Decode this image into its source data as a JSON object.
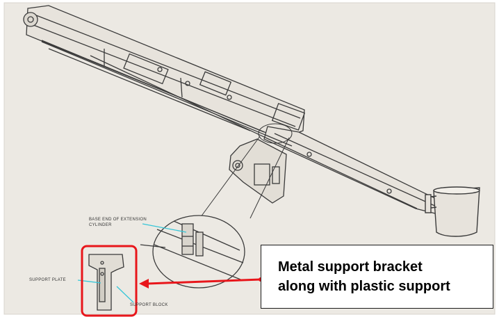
{
  "colors": {
    "background": "#ece9e3",
    "frame": "#ffffff",
    "line": "#3a3a3a",
    "leader": "#36c6d8",
    "highlight": "#e8161b",
    "text": "#000000"
  },
  "labels": {
    "base_end": [
      "BASE END OF EXTENSION",
      "CYLINDER"
    ],
    "support_plate": "SUPPORT PLATE",
    "support_block": "SUPPORT BLOCK"
  },
  "callout": {
    "lines": [
      "Metal support bracket",
      "along with plastic support"
    ]
  },
  "icons": {
    "arrow": "red-arrow-icon"
  }
}
